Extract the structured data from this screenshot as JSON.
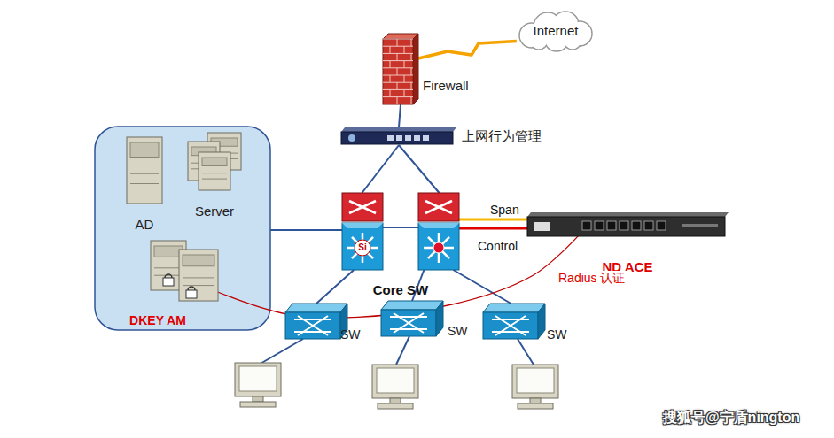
{
  "diagram": {
    "nodes": [
      {
        "text": [
          "Internet"
        ]
      },
      {
        "text": [
          "Firewall"
        ]
      },
      {
        "text": [
          "上网行为管理"
        ]
      },
      {
        "text": [
          "Core SW"
        ]
      },
      {
        "text": [
          "ND ACE"
        ]
      },
      {
        "text": [
          "AD"
        ]
      },
      {
        "text": [
          "Server"
        ]
      },
      {
        "text": [
          "DKEY AM"
        ]
      },
      {
        "text": [
          "SW"
        ]
      },
      {
        "text": [
          "SW"
        ]
      },
      {
        "text": [
          "SW"
        ]
      }
    ],
    "edges": [
      {
        "from": 0,
        "to": 1,
        "arrow": "none"
      },
      {
        "from": 1,
        "to": 2,
        "arrow": "none"
      },
      {
        "from": 2,
        "to": 3,
        "arrow": "none"
      },
      {
        "from": 2,
        "to": 3,
        "arrow": "none"
      },
      {
        "from": 3,
        "to": 4,
        "label": "Span",
        "arrow": "none"
      },
      {
        "from": 3,
        "to": 4,
        "label": "Control",
        "arrow": "none"
      },
      {
        "from": 3,
        "to": 8,
        "arrow": "none"
      },
      {
        "from": 3,
        "to": 9,
        "arrow": "none"
      },
      {
        "from": 3,
        "to": 10,
        "arrow": "none"
      },
      {
        "from": 7,
        "to": 4,
        "label": "Radius 认证",
        "arrow": "none"
      }
    ],
    "labels": [
      "Si",
      "搜狐号@宁盾nington"
    ]
  }
}
